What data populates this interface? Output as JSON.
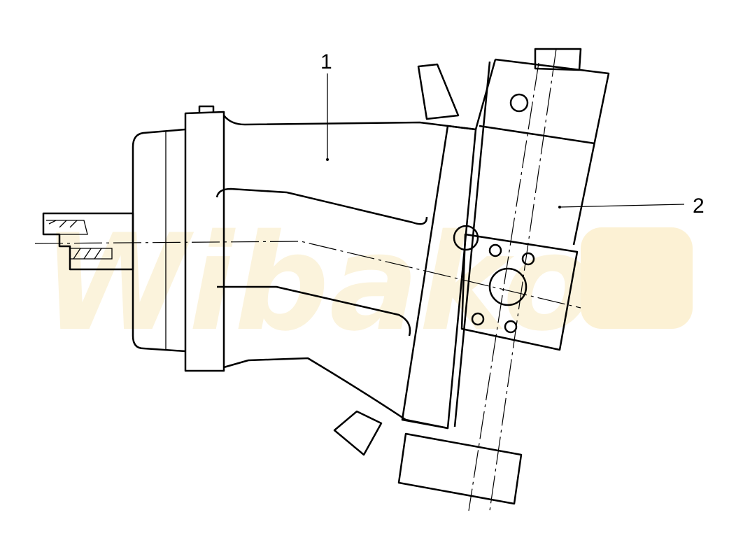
{
  "labels": {
    "part_1": "1",
    "part_2": "2"
  },
  "watermark": "Wibako",
  "colors": {
    "line": "#000000",
    "watermark": "#fbf3dc"
  }
}
